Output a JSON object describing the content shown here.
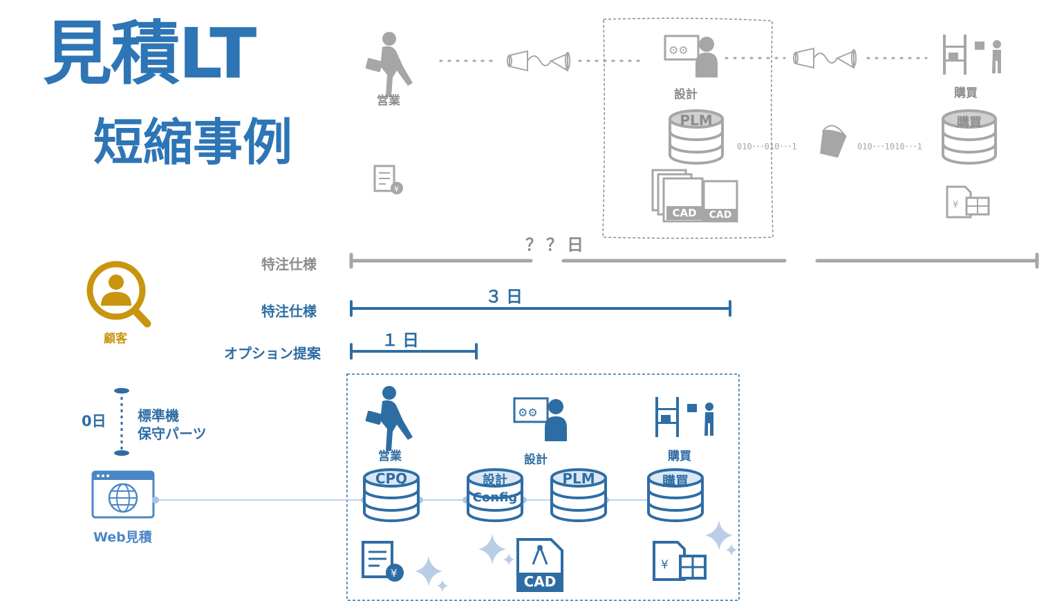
{
  "title": {
    "main": "見積LT",
    "sub": "短縮事例"
  },
  "current_flow": {
    "roles": {
      "sales": "営業",
      "design": "設計",
      "purchase": "購買"
    },
    "db_labels": {
      "plm": "PLM",
      "purchase": "購買"
    },
    "data_streams": [
      "010･･･010･･･1",
      "010･･･1010･･･1"
    ],
    "cad_label": "CAD",
    "duration": "？？日"
  },
  "customer": {
    "label": "顧客"
  },
  "timeline_rows": [
    {
      "label": "特注仕様",
      "duration": ""
    },
    {
      "label": "特注仕様",
      "duration": "３日"
    },
    {
      "label": "オプション提案",
      "duration": "１日"
    }
  ],
  "standard": {
    "duration": "0日",
    "line1": "標準機",
    "line2": "保守パーツ"
  },
  "web": {
    "label": "Web見積"
  },
  "new_flow": {
    "roles": {
      "sales": "営業",
      "design": "設計",
      "purchase": "購買"
    },
    "dbs": [
      {
        "line1": "CPQ",
        "line2": ""
      },
      {
        "line1": "設計",
        "line2": "Config"
      },
      {
        "line1": "PLM",
        "line2": ""
      },
      {
        "line1": "購買",
        "line2": ""
      }
    ],
    "cad_label": "CAD"
  },
  "colors": {
    "blue": "#2e75b6",
    "dark_blue": "#2e6da4",
    "gray": "#a6a6a6",
    "gold": "#c9950f"
  }
}
